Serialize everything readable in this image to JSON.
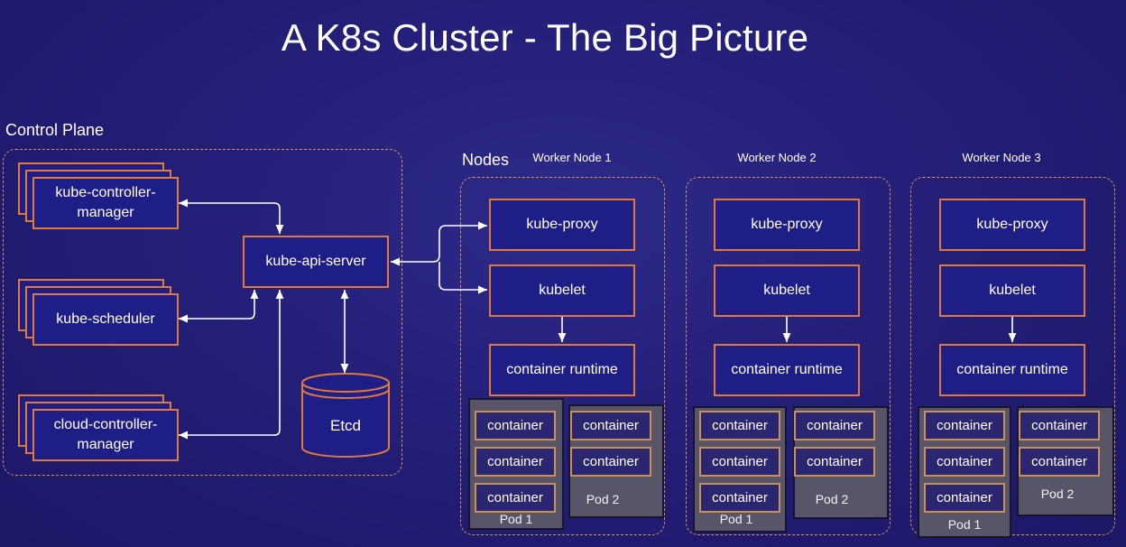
{
  "title": "A K8s Cluster - The Big Picture",
  "control_plane": {
    "label": "Control Plane",
    "controller_manager": "kube-controller-manager",
    "scheduler": "kube-scheduler",
    "cloud_controller_manager": "cloud-controller-manager",
    "api_server": "kube-api-server",
    "etcd": "Etcd"
  },
  "nodes": {
    "label": "Nodes",
    "items": [
      {
        "name": "Worker Node 1",
        "kube_proxy": "kube-proxy",
        "kubelet": "kubelet",
        "runtime": "container runtime",
        "pods": [
          {
            "label": "Pod 1",
            "containers": [
              "container",
              "container",
              "container"
            ]
          },
          {
            "label": "Pod 2",
            "containers": [
              "container",
              "container"
            ]
          }
        ]
      },
      {
        "name": "Worker Node 2",
        "kube_proxy": "kube-proxy",
        "kubelet": "kubelet",
        "runtime": "container runtime",
        "pods": [
          {
            "label": "Pod 1",
            "containers": [
              "container",
              "container",
              "container"
            ]
          },
          {
            "label": "Pod 2",
            "containers": [
              "container",
              "container"
            ]
          }
        ]
      },
      {
        "name": "Worker Node 3",
        "kube_proxy": "kube-proxy",
        "kubelet": "kubelet",
        "runtime": "container runtime",
        "pods": [
          {
            "label": "Pod 1",
            "containers": [
              "container",
              "container",
              "container"
            ]
          },
          {
            "label": "Pod 2",
            "containers": [
              "container",
              "container"
            ]
          }
        ]
      }
    ]
  },
  "colors": {
    "background": "#241f78",
    "box_fill": "#1f1e86",
    "box_border": "#e07a3a",
    "dashed_border": "#d9954a",
    "pod_fill": "#585568",
    "arrow": "#ffffff"
  }
}
